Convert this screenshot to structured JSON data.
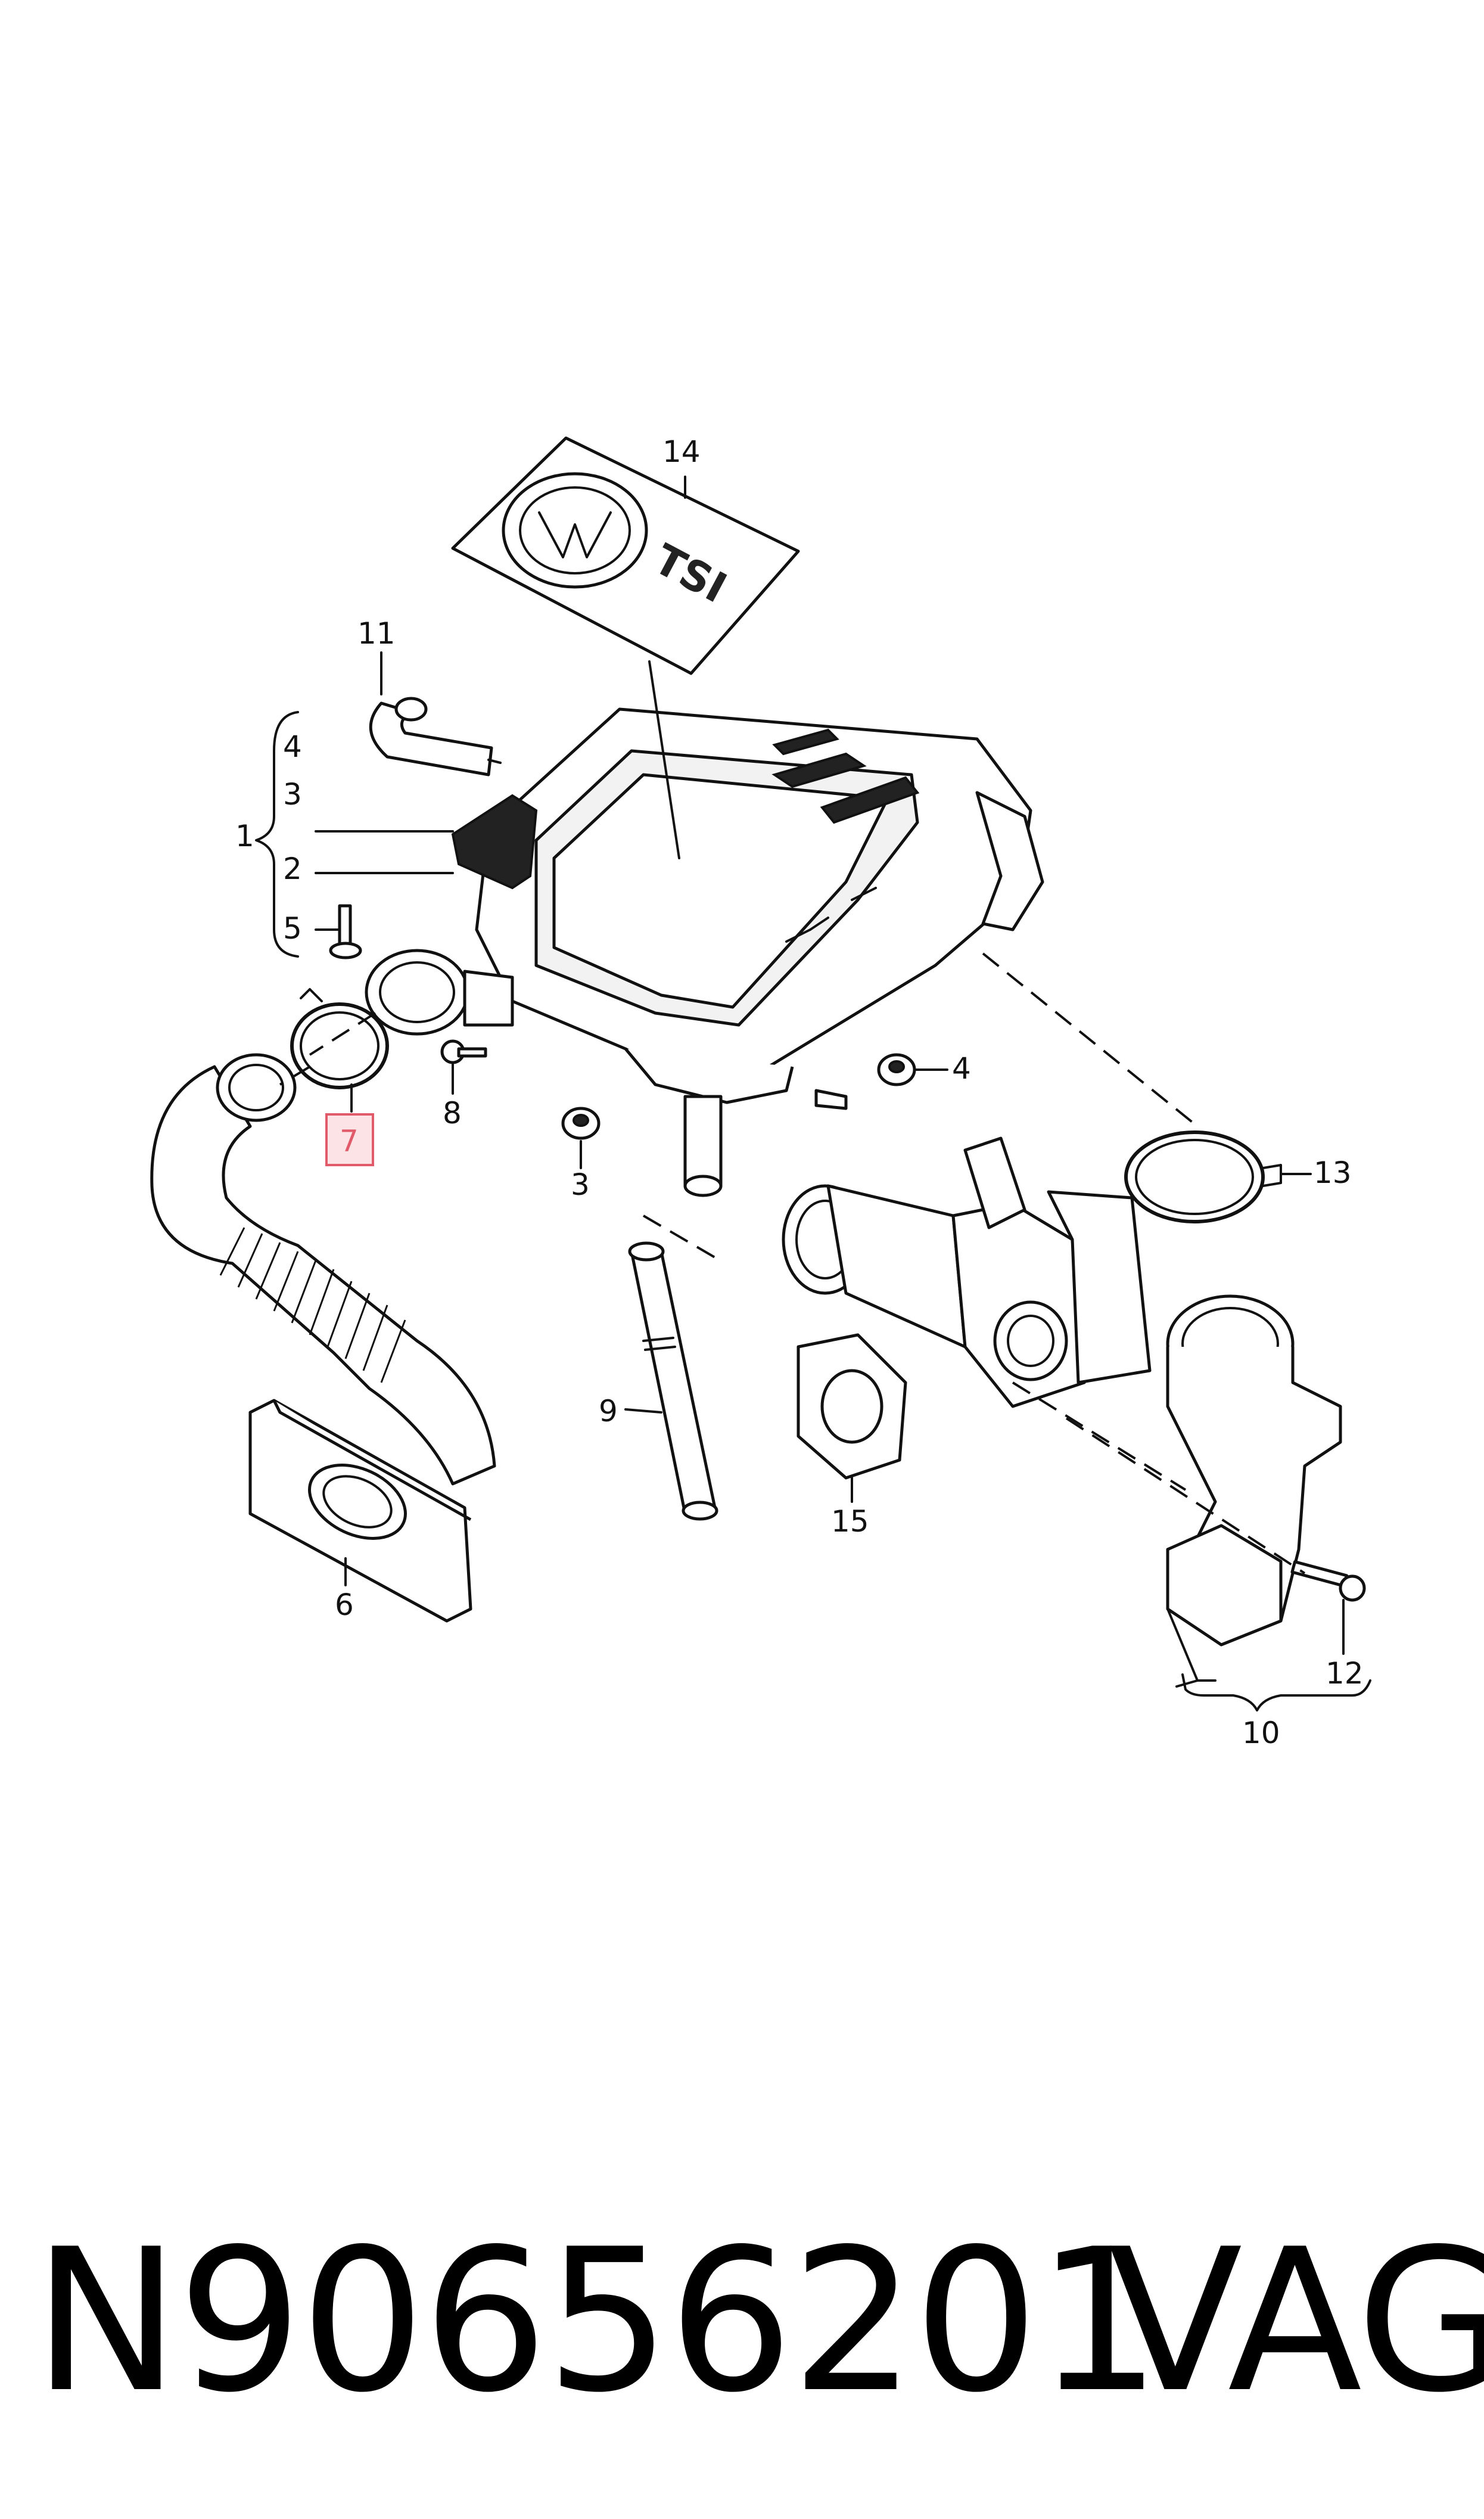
{
  "diagram": {
    "callouts": {
      "c14": "14",
      "c11": "11",
      "c4a": "4",
      "c3a": "3",
      "c1": "1",
      "c2": "2",
      "c5": "5",
      "c7": "7",
      "c8": "8",
      "c3b": "3",
      "c4b": "4",
      "c13": "13",
      "c9": "9",
      "c15": "15",
      "c6": "6",
      "c12": "12",
      "c10": "10"
    },
    "cover_badge": "TSI",
    "highlighted_callout": "7"
  },
  "footer": {
    "part_number": "N90656201",
    "brand": "VAG"
  }
}
